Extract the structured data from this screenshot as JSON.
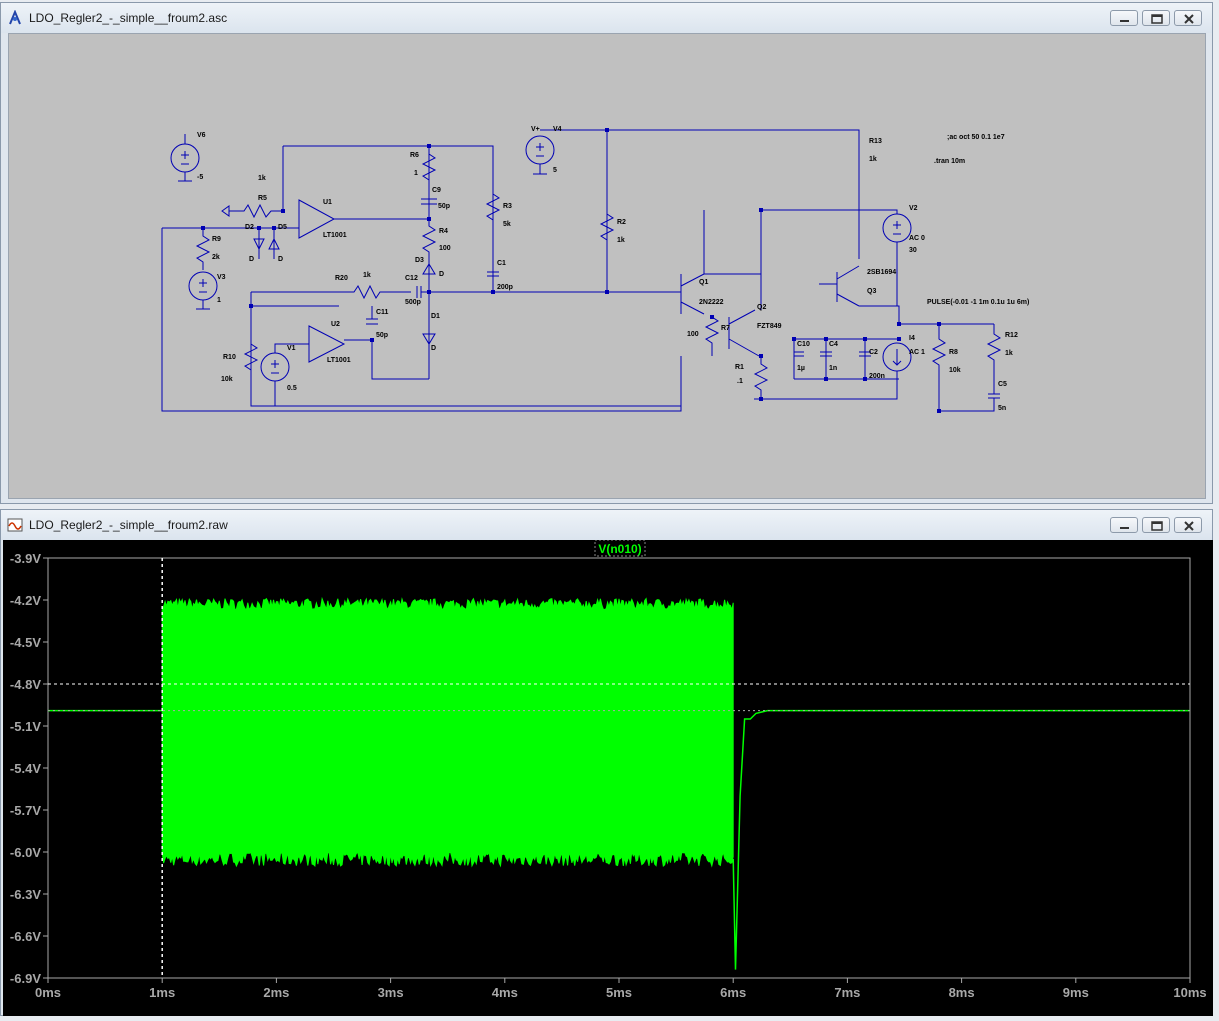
{
  "schematic_window": {
    "title": "LDO_Regler2_-_simple__froum2.asc",
    "icon": "ltspice-schematic-icon",
    "directives": [
      ";ac oct 50 0.1 1e7",
      ".tran 10m"
    ],
    "sources": {
      "v6_name": "V6",
      "v6_value": "-5",
      "v4_name": "V4",
      "v4_value": "5",
      "v4_plus": "V+",
      "v3_name": "V3",
      "v3_value": "1",
      "v1_name": "V1",
      "v1_value": "0.5",
      "v2_name": "V2",
      "v2_value1": "AC 0",
      "v2_value2": "30",
      "i4_name": "I4",
      "i4_value": "AC 1",
      "pulse": "PULSE(-0.01 -1 1m 0.1u 1u 6m)"
    },
    "resistors": {
      "r5": "R5",
      "r5v": "1k",
      "r9": "R9",
      "r9v": "2k",
      "r6": "R6",
      "r6v": "1",
      "r4": "R4",
      "r4v": "100",
      "r3": "R3",
      "r3v": "5k",
      "r2": "R2",
      "r2v": "1k",
      "r13": "R13",
      "r13v": "1k",
      "r20": "R20",
      "r20v": "1k",
      "r10": "R10",
      "r10v": "10k",
      "r7": "R7",
      "r7v": "100",
      "r1": "R1",
      "r1v": ".1",
      "r8": "R8",
      "r8v": "10k",
      "r12": "R12",
      "r12v": "1k"
    },
    "capacitors": {
      "c9": "C9",
      "c9v": "50p",
      "c1": "C1",
      "c1v": "200p",
      "c12": "C12",
      "c12v": "500p",
      "c11": "C11",
      "c11v": "50p",
      "c10": "C10",
      "c10v": "1µ",
      "c4": "C4",
      "c4v": "1n",
      "c2": "C2",
      "c2v": "200n",
      "c5": "C5",
      "c5v": "5n"
    },
    "diodes": {
      "d2": "D2",
      "d5": "D5",
      "d3": "D3",
      "d1": "D1",
      "dmodel": "D"
    },
    "opamps": {
      "u1": "U1",
      "u1model": "LT1001",
      "u2": "U2",
      "u2model": "LT1001"
    },
    "transistors": {
      "q1": "Q1",
      "q1model": "2N2222",
      "q2": "Q2",
      "q2model": "FZT849",
      "q3": "Q3",
      "q3model": "2SB1694"
    }
  },
  "waveform_window": {
    "title": "LDO_Regler2_-_simple__froum2.raw",
    "icon": "waveform-viewer-icon",
    "trace_label": "V(n010)"
  },
  "window_controls": {
    "minimize_icon": "minimize-icon",
    "restore_icon": "restore-icon",
    "close_icon": "close-icon"
  },
  "chart_data": {
    "type": "line",
    "title": "",
    "xlabel": "",
    "ylabel": "",
    "series": [
      {
        "name": "V(n010)",
        "color": "#00ff00"
      }
    ],
    "x_ticks": [
      "0ms",
      "1ms",
      "2ms",
      "3ms",
      "4ms",
      "5ms",
      "6ms",
      "7ms",
      "8ms",
      "9ms",
      "10ms"
    ],
    "y_ticks": [
      "-3.9V",
      "-4.2V",
      "-4.5V",
      "-4.8V",
      "-5.1V",
      "-5.4V",
      "-5.7V",
      "-6.0V",
      "-6.3V",
      "-6.6V",
      "-6.9V"
    ],
    "xlim_ms": [
      0,
      10
    ],
    "ylim_v": [
      -6.9,
      -3.9
    ],
    "baseline_v": -4.99,
    "oscillation_start_ms": 1.0,
    "oscillation_end_ms": 6.0,
    "oscillation_upper_v": -4.23,
    "oscillation_lower_v": -6.05,
    "undershoot_min_v": -6.84,
    "undershoot_time_ms": 6.02,
    "overshoot_v": -5.01,
    "settle_time_ms": 6.3,
    "cursor_x_ms": 1.0,
    "cursor_y_v": -4.8,
    "grid": false
  }
}
